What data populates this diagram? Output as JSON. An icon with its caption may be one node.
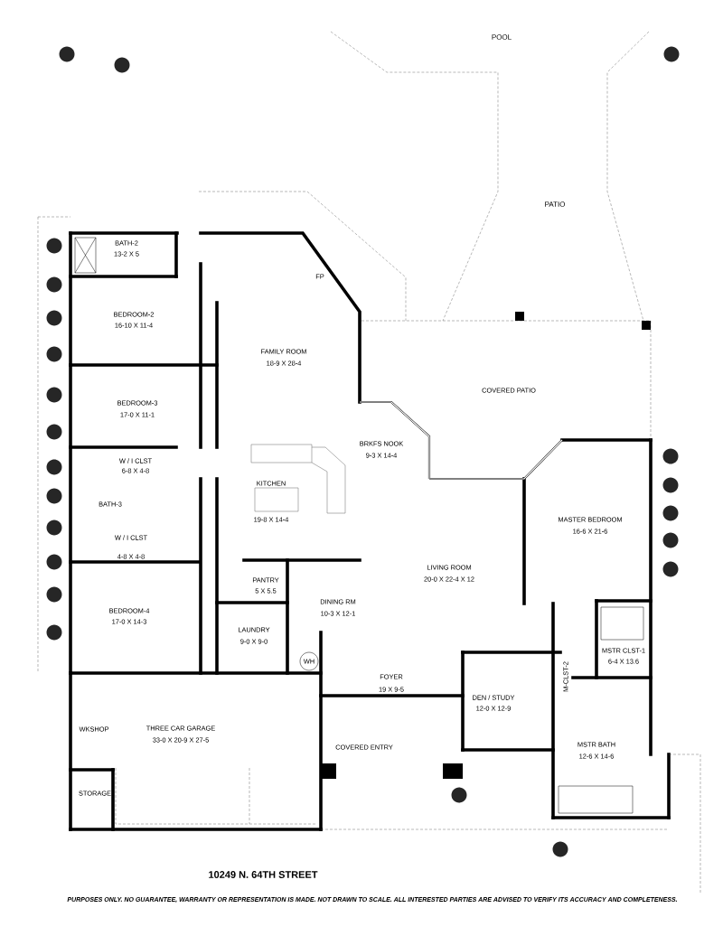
{
  "diagram": {
    "labels": [
      "POOL",
      "PATIO",
      "BATH-2",
      "13-2 X 5",
      "FP",
      "BEDROOM-2",
      "16-10 X 11-4",
      "FAMILY ROOM",
      "18-9  X 28-4",
      "COVERED PATIO",
      "BEDROOM-3",
      "17-0  X 11-1",
      "BRKFS NOOK",
      "9-3  X  14-4",
      "W / I CLST",
      "6-8 X 4-8",
      "KITCHEN",
      "BATH-3",
      "19-8 X 14-4",
      "MASTER BEDROOM",
      "16-6  X  21-6",
      "W / I CLST",
      "4-8 X 4-8",
      "LIVING ROOM",
      "20-0 X 22-4 X 12",
      "PANTRY",
      "5 X 5.5",
      "DINING RM",
      "10-3 X 12-1",
      "BEDROOM-4",
      "17-0  X  14-3",
      "LAUNDRY",
      "9-0 X 9-0",
      "WH",
      "MSTR CLST-1",
      "6-4  X  13.6",
      "M-CLST-2",
      "FOYER",
      "19 X 9-5",
      "DEN / STUDY",
      "12-0  X  12-9",
      "WKSHOP",
      "THREE CAR GARAGE",
      "33-0 X 20-9 X 27-5",
      "COVERED ENTRY",
      "MSTR BATH",
      "12-6 X 14-6",
      "STORAGE",
      "10249 N. 64TH STREET",
      "PURPOSES ONLY.  NO GUARANTEE, WARRANTY OR REPRESENTATION IS MADE.  NOT DRAWN TO SCALE.  ALL INTERESTED PARTIES ARE ADVISED TO VERIFY ITS ACCURACY AND COMPLETENESS."
    ]
  }
}
